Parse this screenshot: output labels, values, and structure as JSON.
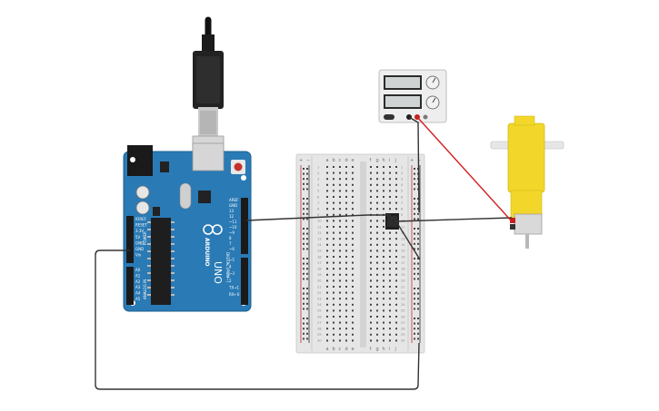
{
  "arduino": {
    "brand": "ARDUINO",
    "model": "UNO",
    "power_header": "POWER",
    "analog_header": "ANALOG IN",
    "digital_header": "DIGITAL (PWM~)",
    "power_pins": [
      "IOREF",
      "RESET",
      "3.3V",
      "5V",
      "GND",
      "GND",
      "Vin"
    ],
    "analog_pins": [
      "A0",
      "A1",
      "A2",
      "A3",
      "A4",
      "A5"
    ],
    "digital_pins": [
      "AREF",
      "GND",
      "13",
      "12",
      "~11",
      "~10",
      "~9",
      "8",
      "7",
      "~6",
      "~5",
      "4",
      "~3",
      "2",
      "TX→1",
      "RX←0"
    ]
  },
  "breadboard": {
    "columns_left": [
      "a",
      "b",
      "c",
      "d",
      "e"
    ],
    "columns_right": [
      "f",
      "g",
      "h",
      "i",
      "j"
    ],
    "rail_plus": "+",
    "rail_minus": "−",
    "rows": [
      "1",
      "2",
      "3",
      "4",
      "5",
      "6",
      "7",
      "8",
      "9",
      "10",
      "11",
      "12",
      "13",
      "14",
      "15",
      "16",
      "17",
      "18",
      "19",
      "20",
      "21",
      "22",
      "23",
      "24",
      "25",
      "26",
      "27",
      "28",
      "29",
      "30"
    ]
  },
  "colors": {
    "board": "#2a7ab5",
    "wire_black": "#333333",
    "wire_red": "#d42020",
    "motor_yellow": "#f2d72a",
    "breadboard": "#e6e6e6"
  }
}
